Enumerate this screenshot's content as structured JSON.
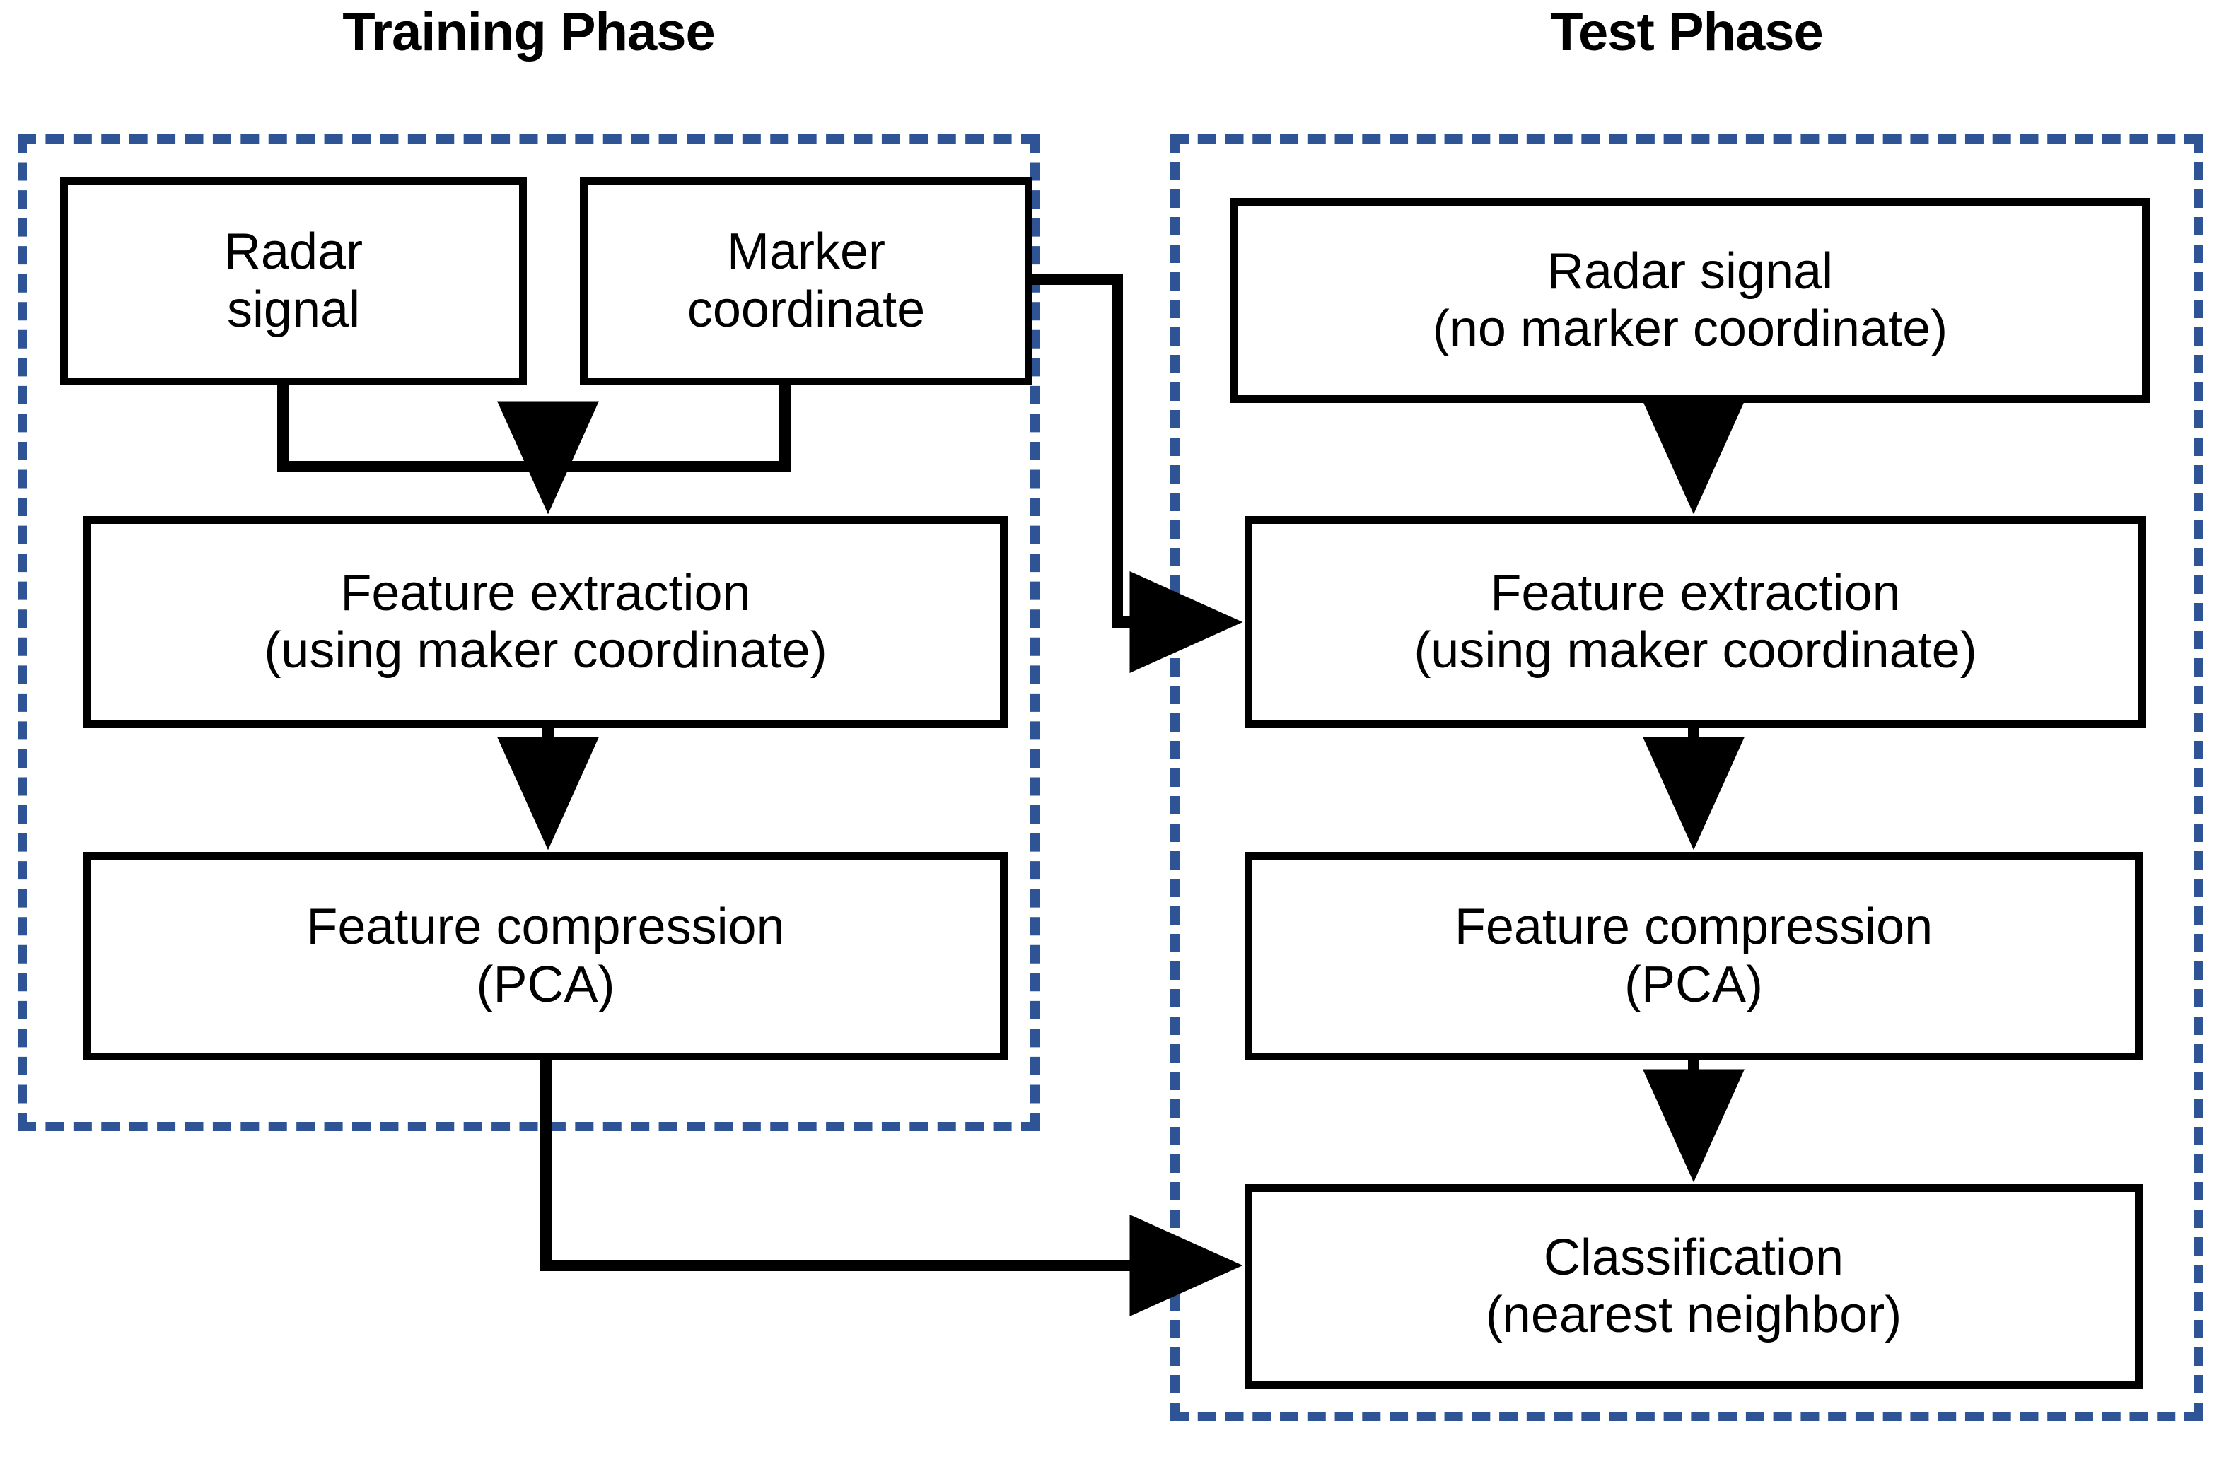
{
  "diagram": {
    "title_left": "Training Phase",
    "title_right": "Test Phase",
    "accent_color": "#2e5496",
    "box_border_color": "#000000",
    "background_color": "#ffffff"
  },
  "training": {
    "radar_signal": {
      "line1": "Radar",
      "line2": "signal"
    },
    "marker_coordinate": {
      "line1": "Marker",
      "line2": "coordinate"
    },
    "feature_extraction": {
      "line1": "Feature extraction",
      "line2": "(using maker coordinate)"
    },
    "feature_compression": {
      "line1": "Feature compression",
      "line2": "(PCA)"
    }
  },
  "test": {
    "radar_signal": {
      "line1": "Radar signal",
      "line2": "(no marker coordinate)"
    },
    "feature_extraction": {
      "line1": "Feature extraction",
      "line2": "(using maker coordinate)"
    },
    "feature_compression": {
      "line1": "Feature compression",
      "line2": "(PCA)"
    },
    "classification": {
      "line1": "Classification",
      "line2": "(nearest neighbor)"
    }
  }
}
